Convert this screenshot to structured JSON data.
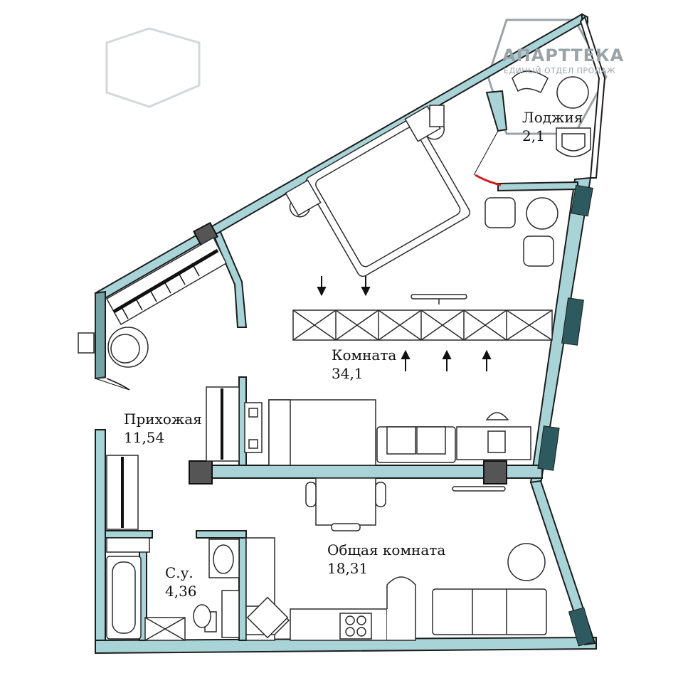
{
  "brand": {
    "name": "АПАРТТЕКА",
    "tagline": "ЕДИНЫЙ ОТДЕЛ ПРОДАЖ",
    "color": "#9aa3a8"
  },
  "colors": {
    "wall_fill": "#a8d4d8",
    "wall_stroke": "#1c1c1c",
    "column": "#555555",
    "door_swing": "#d21a1a"
  },
  "rooms": [
    {
      "id": "loggia",
      "name": "Лоджия",
      "area": "2,1"
    },
    {
      "id": "room",
      "name": "Комната",
      "area": "34,1"
    },
    {
      "id": "hallway",
      "name": "Прихожая",
      "area": "11,54"
    },
    {
      "id": "bathroom",
      "name": "С.у.",
      "area": "4,36"
    },
    {
      "id": "common",
      "name": "Общая комната",
      "area": "18,31"
    }
  ]
}
